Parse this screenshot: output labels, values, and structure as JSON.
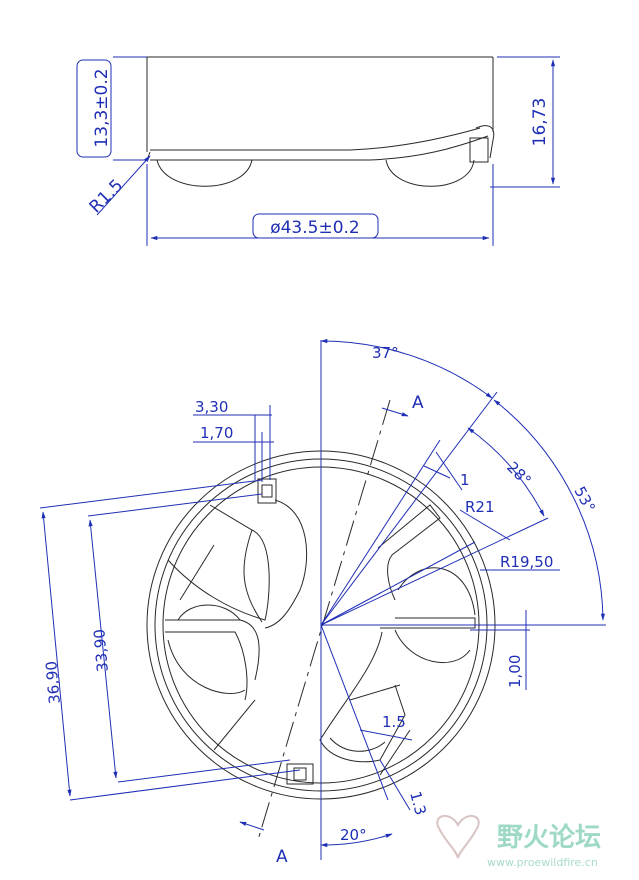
{
  "colors": {
    "geometry": "#2a2a2a",
    "dimension": "#1f2fb5",
    "watermark": "#9ed9c4"
  },
  "side_view": {
    "height_inner": "13,3±0.2",
    "height_total": "16,73",
    "fillet": "R1.5",
    "diameter": "ø43.5±0.2"
  },
  "top_view": {
    "angle_37": "37°",
    "angle_53": "53°",
    "angle_28": "28°",
    "angle_20": "20°",
    "dim_330": "3,30",
    "dim_170": "1,70",
    "dim_1": "1",
    "r21": "R21",
    "r1950": "R19,50",
    "dim_100": "1,00",
    "dim_3690": "36,90",
    "dim_3390": "33,90",
    "dim_15": "1.5",
    "dim_13": "1.3",
    "section_top": "A",
    "section_bottom": "A"
  },
  "watermark": {
    "text_cn": "野火论坛",
    "url": "www.proewildfire.cn"
  }
}
